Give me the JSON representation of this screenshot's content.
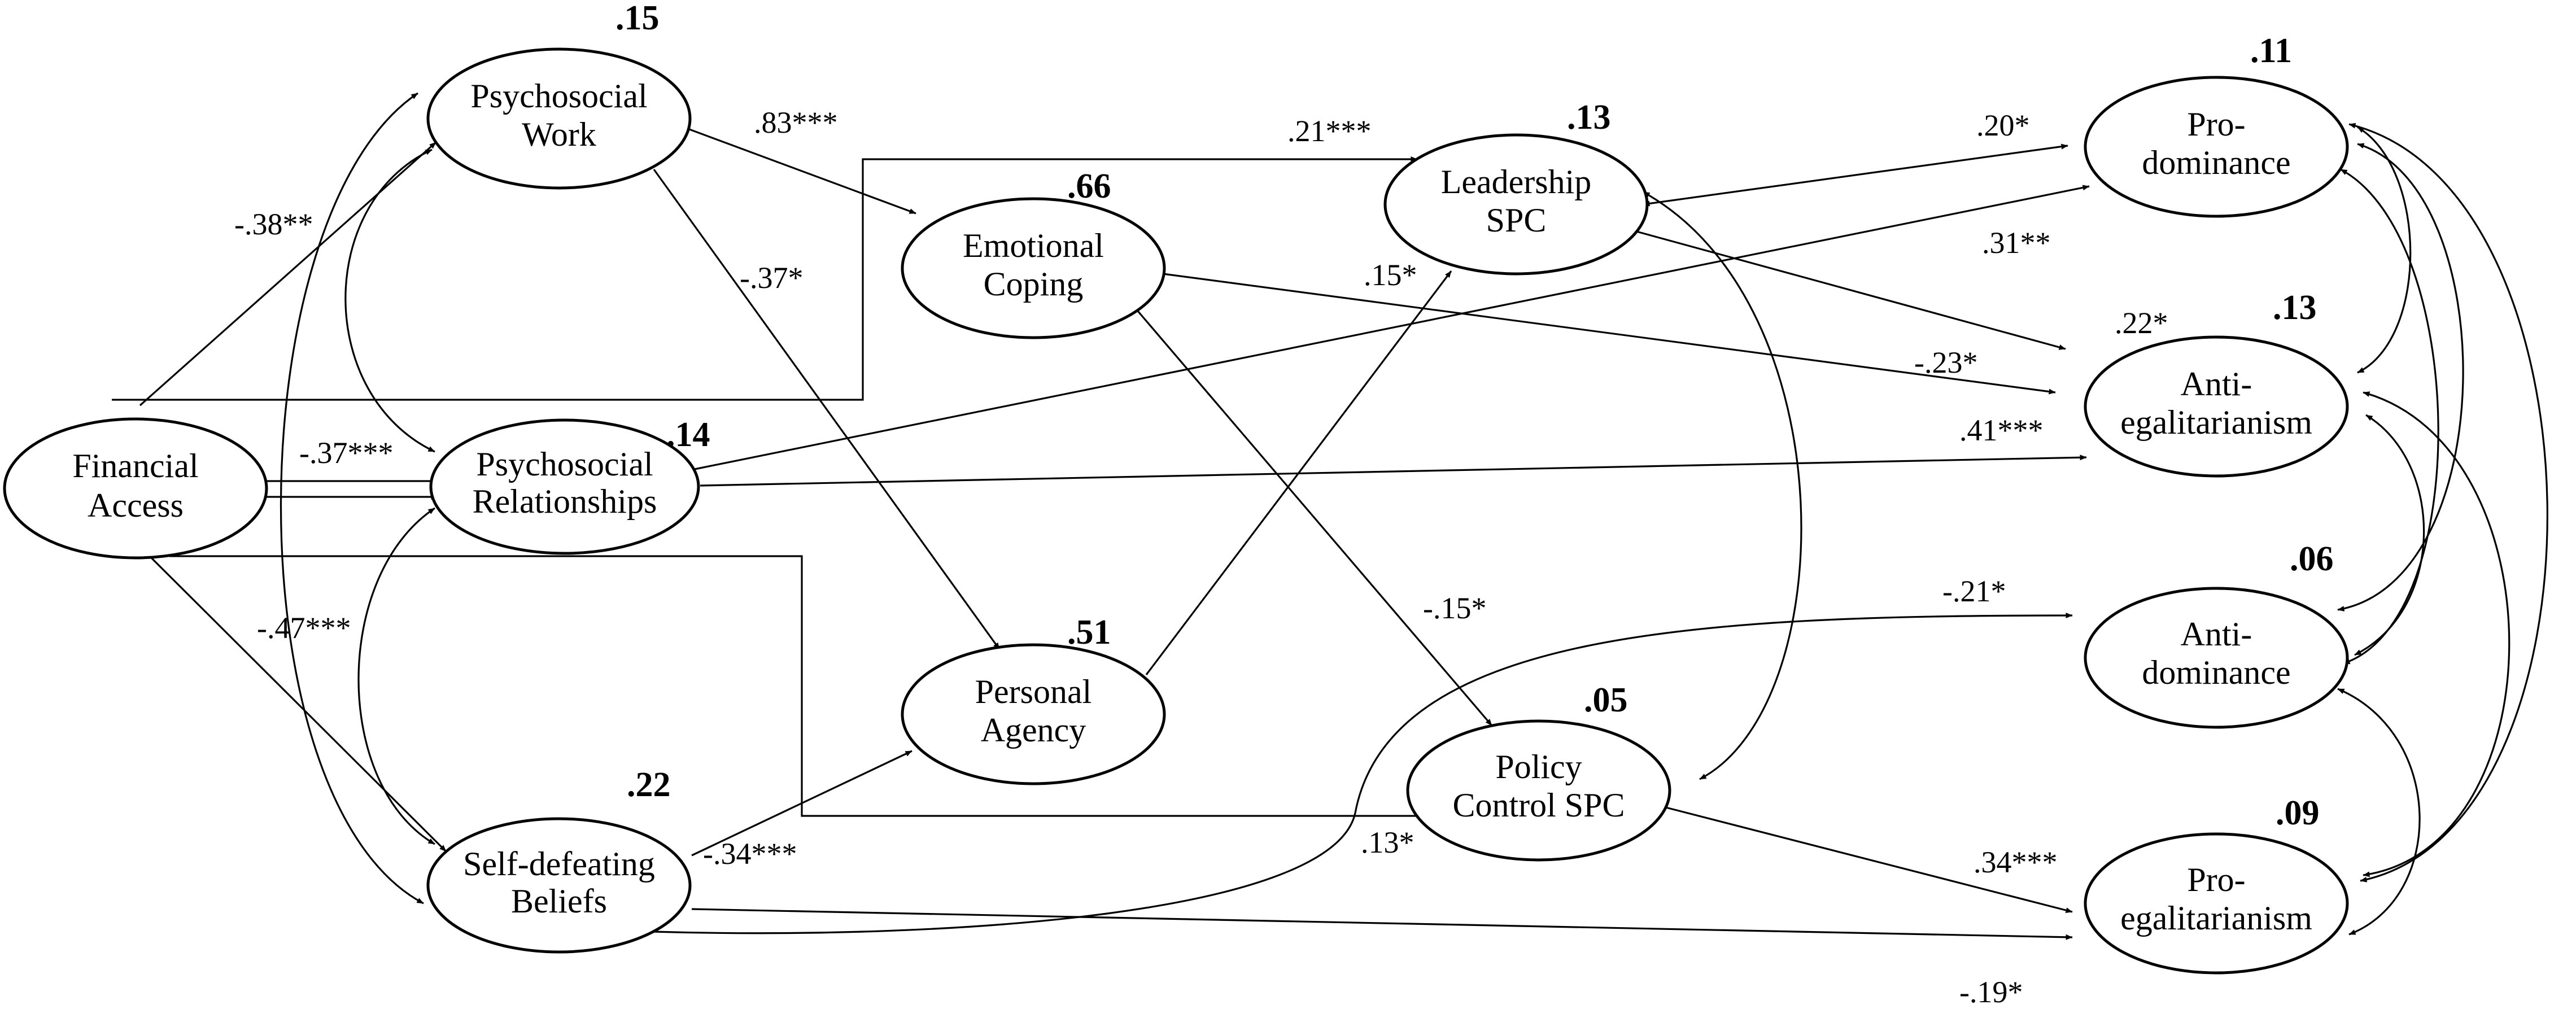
{
  "nodes": [
    {
      "id": "financial",
      "lines": [
        "Financial",
        "Access"
      ],
      "r2": ""
    },
    {
      "id": "psywork",
      "lines": [
        "Psychosocial",
        "Work"
      ],
      "r2": ".15"
    },
    {
      "id": "psyrel",
      "lines": [
        "Psychosocial",
        "Relationships"
      ],
      "r2": ".14"
    },
    {
      "id": "selfdef",
      "lines": [
        "Self-defeating",
        "Beliefs"
      ],
      "r2": ".22"
    },
    {
      "id": "emocop",
      "lines": [
        "Emotional",
        "Coping"
      ],
      "r2": ".66"
    },
    {
      "id": "agency",
      "lines": [
        "Personal",
        "Agency"
      ],
      "r2": ".51"
    },
    {
      "id": "leader",
      "lines": [
        "Leadership",
        "SPC"
      ],
      "r2": ".13"
    },
    {
      "id": "policy",
      "lines": [
        "Policy",
        "Control SPC"
      ],
      "r2": ".05"
    },
    {
      "id": "prodom",
      "lines": [
        "Pro-",
        "dominance"
      ],
      "r2": ".11"
    },
    {
      "id": "antiegal",
      "lines": [
        "Anti-",
        "egalitarianism"
      ],
      "r2": ".13"
    },
    {
      "id": "antidom",
      "lines": [
        "Anti-",
        "dominance"
      ],
      "r2": ".06"
    },
    {
      "id": "proegal",
      "lines": [
        "Pro-",
        "egalitarianism"
      ],
      "r2": ".09"
    }
  ],
  "paths": [
    {
      "from": "financial",
      "to": "psywork",
      "coef": "-.38**"
    },
    {
      "from": "financial",
      "to": "psyrel",
      "coef": "-.37***"
    },
    {
      "from": "financial",
      "to": "selfdef",
      "coef": "-.47***"
    },
    {
      "from": "financial",
      "to": "leader",
      "coef": ".21***"
    },
    {
      "from": "financial",
      "to": "policy",
      "coef": ".13*"
    },
    {
      "from": "psywork",
      "to": "emocop",
      "coef": ".83***"
    },
    {
      "from": "psywork",
      "to": "agency",
      "coef": "-.37*"
    },
    {
      "from": "emocop",
      "to": "antiegal",
      "coef": "-.23*"
    },
    {
      "from": "emocop",
      "to": "policy",
      "coef": "-.15*"
    },
    {
      "from": "agency",
      "to": "leader",
      "coef": ".15*"
    },
    {
      "from": "psyrel",
      "to": "prodom",
      "coef": ".31**"
    },
    {
      "from": "psyrel",
      "to": "antiegal",
      "coef": ".41***"
    },
    {
      "from": "selfdef",
      "to": "agency",
      "coef": "-.34***"
    },
    {
      "from": "selfdef",
      "to": "antidom",
      "coef": "-.21*"
    },
    {
      "from": "selfdef",
      "to": "proegal",
      "coef": "-.19*"
    },
    {
      "from": "leader",
      "to": "prodom",
      "coef": ".20*"
    },
    {
      "from": "leader",
      "to": "antiegal",
      "coef": ".22*"
    },
    {
      "from": "policy",
      "to": "proegal",
      "coef": ".34***"
    }
  ]
}
